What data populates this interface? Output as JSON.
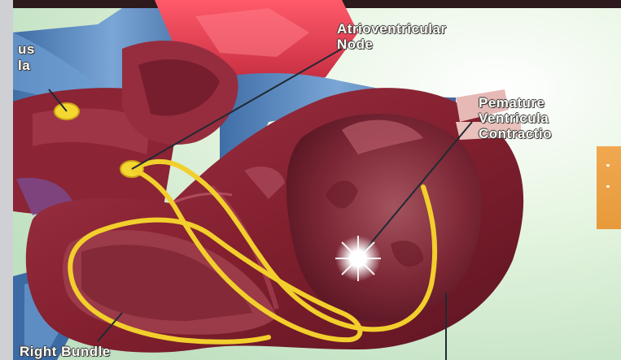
{
  "labels": {
    "top_left_line1": "us",
    "top_left_line2": "la",
    "av_node_line1": "Atrioventricular",
    "av_node_line2": "Node",
    "pvc_line1": "Pemature",
    "pvc_line2": "Ventricula",
    "pvc_line3": "Contractio",
    "right_bundle": "Right Bundle"
  },
  "colors": {
    "conduction_pathway": "#f2cf2c",
    "myocardium": "#8a2234",
    "vessel": "#5f8fc7",
    "accent_bar": "#ee9f3f"
  }
}
